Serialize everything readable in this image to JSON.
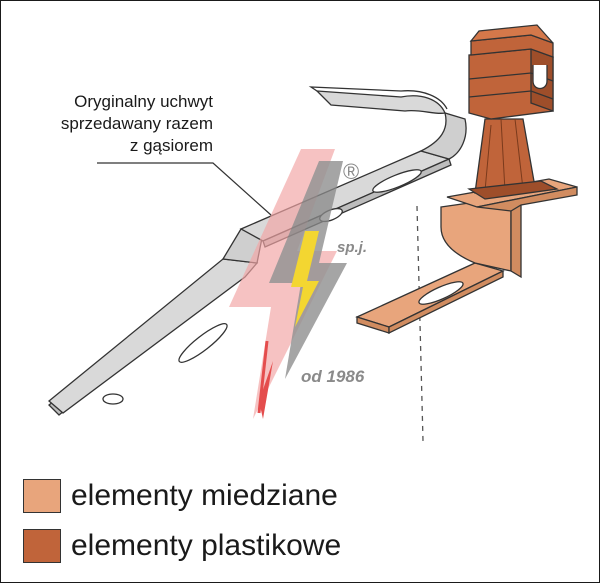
{
  "caption": {
    "lines": [
      "Oryginalny uchwyt",
      "sprzedawany razem",
      "z gąsiorem"
    ]
  },
  "logo": {
    "registered_mark": "®",
    "company_suffix": "sp.j.",
    "since": "od 1986"
  },
  "legend": [
    {
      "label": "elementy miedziane",
      "color": "#E8A57C"
    },
    {
      "label": "elementy plastikowe",
      "color": "#C0643A"
    }
  ],
  "colors": {
    "steel": "#D9D9D9",
    "steel_shade": "#BDBDBD",
    "copper": "#E8A57C",
    "copper_shade": "#D18C60",
    "plastic": "#C0643A",
    "plastic_shade": "#9E4E2A",
    "logo_red": "#E23A3A",
    "logo_yellow": "#F2D21B"
  }
}
